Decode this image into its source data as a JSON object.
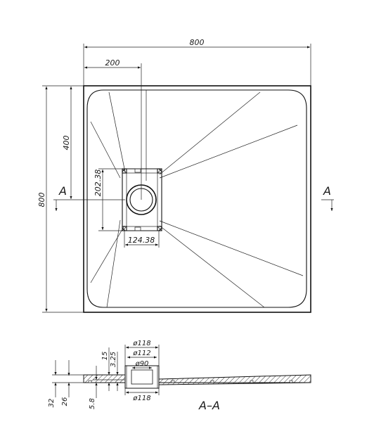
{
  "plan_view": {
    "dims": {
      "width": "800",
      "drain_offset_x": "200",
      "height": "800",
      "drain_offset_y": "400",
      "drain_box_height": "202.38",
      "drain_box_width": "124.38"
    },
    "section_marker_left": "A",
    "section_marker_right": "A"
  },
  "section_view": {
    "dims": {
      "d118_top": "ø118",
      "d112": "ø112",
      "d90": "ø90",
      "d118_bottom": "ø118",
      "h32": "32",
      "h26": "26",
      "h5_8": "5.8",
      "h15": "15",
      "h3_25": "3.25"
    },
    "label": "A–A"
  }
}
